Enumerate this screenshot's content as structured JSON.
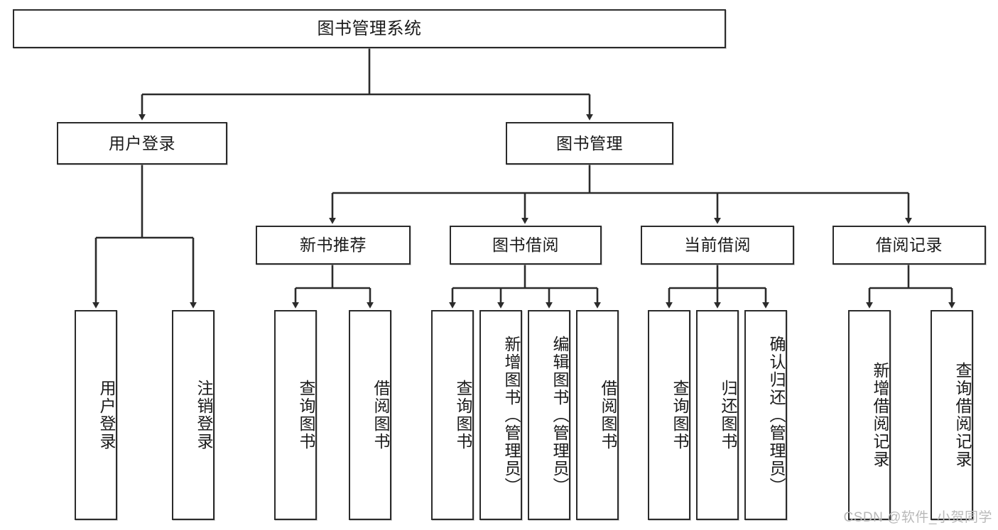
{
  "diagram": {
    "title": "图书管理系统",
    "type": "tree-hierarchy-diagram",
    "colors": {
      "node_border": "#2b2b2b",
      "node_fill": "#ffffff",
      "edge": "#2b2b2b",
      "text": "#1a1a1a",
      "background": "#ffffff",
      "watermark": "#b9b9b9"
    },
    "watermark": "CSDN @软件_小贺同学"
  },
  "nodes": {
    "root": {
      "label": "图书管理系统"
    },
    "level1": [
      {
        "id": "user-login",
        "label": "用户登录"
      },
      {
        "id": "book-manage",
        "label": "图书管理"
      }
    ],
    "level2": [
      {
        "id": "new-book-recommend",
        "label": "新书推荐"
      },
      {
        "id": "book-borrow",
        "label": "图书借阅"
      },
      {
        "id": "current-borrow",
        "label": "当前借阅"
      },
      {
        "id": "borrow-record",
        "label": "借阅记录"
      }
    ],
    "leaves": {
      "user_login": [
        {
          "id": "leaf-user-login",
          "label": "用户登录"
        },
        {
          "id": "leaf-user-logout",
          "label": "注销登录"
        }
      ],
      "new_book_recommend": [
        {
          "id": "leaf-query-book-1",
          "label": "查询图书"
        },
        {
          "id": "leaf-borrow-book-1",
          "label": "借阅图书"
        }
      ],
      "book_borrow": [
        {
          "id": "leaf-query-book-2",
          "label": "查询图书"
        },
        {
          "id": "leaf-add-book",
          "label": "新增图书（管理员）"
        },
        {
          "id": "leaf-edit-book",
          "label": "编辑图书（管理员）"
        },
        {
          "id": "leaf-borrow-book-2",
          "label": "借阅图书"
        }
      ],
      "current_borrow": [
        {
          "id": "leaf-query-book-3",
          "label": "查询图书"
        },
        {
          "id": "leaf-return-book",
          "label": "归还图书"
        },
        {
          "id": "leaf-confirm-return",
          "label": "确认归还（管理员）"
        }
      ],
      "borrow_record": [
        {
          "id": "leaf-add-record",
          "label": "新增借阅记录"
        },
        {
          "id": "leaf-query-record",
          "label": "查询借阅记录"
        }
      ]
    }
  }
}
